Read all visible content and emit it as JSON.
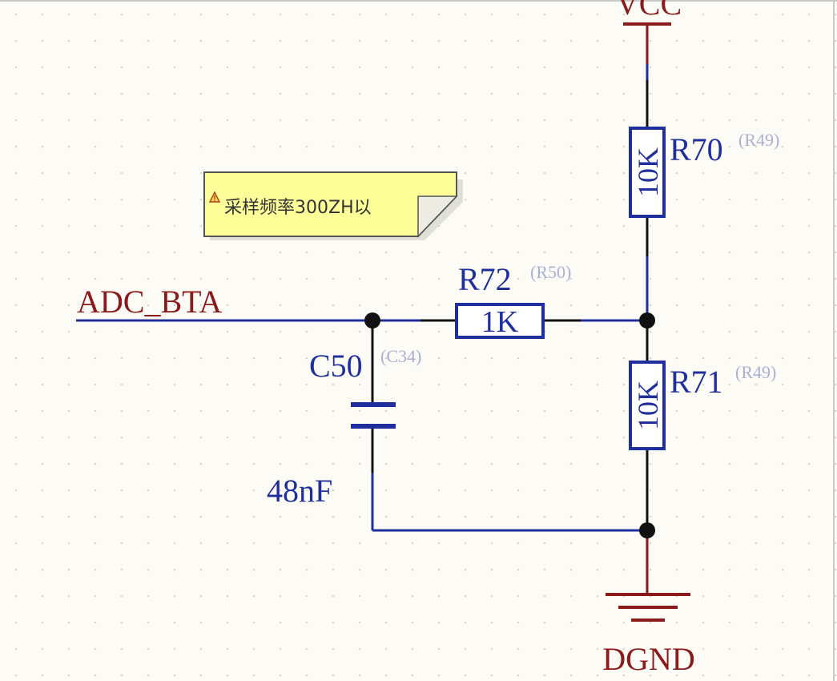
{
  "colors": {
    "background": "#fdfbf5",
    "grid_dot": "#d8d6cf",
    "wire": "#1f2f9e",
    "pin": "#1f2f9e",
    "power": "#8b1a1a",
    "body_fill": "#ffffff",
    "designator": "#1f2f9e",
    "alt_ref": "#aab0d8",
    "note_fill": "#ffff99",
    "note_border": "#555555"
  },
  "note": {
    "text": "采样频率300ZH以",
    "icon": "warning-icon"
  },
  "net_labels": {
    "adc": "ADC_BTA"
  },
  "power_ports": {
    "vcc": "VCC",
    "gnd": "DGND"
  },
  "components": {
    "r70": {
      "designator": "R70",
      "alt": "(R49)",
      "value": "10K"
    },
    "r71": {
      "designator": "R71",
      "alt": "(R49)",
      "value": "10K"
    },
    "r72": {
      "designator": "R72",
      "alt": "(R50)",
      "value": "1K"
    },
    "c50": {
      "designator": "C50",
      "alt": "(C34)",
      "value": "48nF"
    }
  }
}
